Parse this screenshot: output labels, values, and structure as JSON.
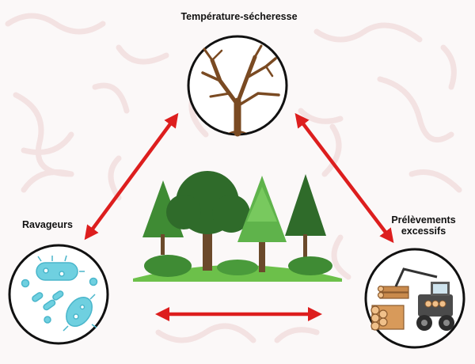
{
  "labels": {
    "temperature": "Température-sécheresse",
    "ravageurs": "Ravageurs",
    "prelevements_line1": "Prélèvements",
    "prelevements_line2": "excessifs"
  },
  "icons": {
    "top_circle": "dead-tree-icon",
    "left_circle": "pathogen-microbes-icon",
    "right_circle": "log-harvester-icon",
    "center": "forest-icon"
  },
  "colors": {
    "arrow": "#dd1e1e",
    "circle_stroke": "#111111",
    "background_pattern": "#f3e4e4",
    "tree_dark": "#2f6b2a",
    "tree_mid": "#3f8b34",
    "tree_light": "#5fb34b",
    "trunk": "#6b4a2b"
  }
}
